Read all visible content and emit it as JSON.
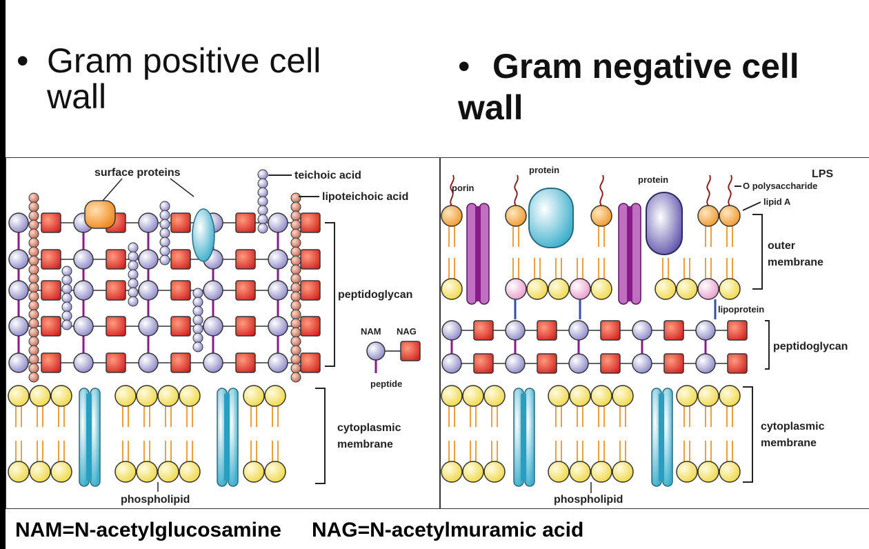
{
  "title_left": {
    "bullet": "•",
    "line1": "Gram positive cell",
    "line2": "wall"
  },
  "title_right": {
    "bullet": "•",
    "line1": "Gram negative cell",
    "line2": "wall"
  },
  "gram_positive": {
    "surface_proteins": "surface proteins",
    "teichoic_acid": "teichoic acid",
    "lipoteichoic_acid": "lipoteichoic acid",
    "peptidoglycan": "peptidoglycan",
    "nam": "NAM",
    "nag": "NAG",
    "peptide": "peptide",
    "cytoplasmic_1": "cytoplasmic",
    "cytoplasmic_2": "membrane",
    "phospholipid": "phospholipid"
  },
  "gram_negative": {
    "porin": "porin",
    "protein_1": "protein",
    "protein_2": "protein",
    "lps": "LPS",
    "o_polysaccharide": "O polysaccharide",
    "lipid_a": "lipid A",
    "outer_1": "outer",
    "outer_2": "membrane",
    "lipoprotein": "lipoprotein",
    "peptidoglycan": "peptidoglycan",
    "cytoplasmic_1": "cytoplasmic",
    "cytoplasmic_2": "membrane",
    "phospholipid": "phospholipid"
  },
  "footer": {
    "nam_def": "NAM=N-acetylglucosamine",
    "nag_def": "NAG=N-acetylmuramic acid"
  },
  "colors": {
    "nam": "#a9a6d8",
    "nag": "#e0302a",
    "phospholipid": "#f5e86a",
    "lipid_tail": "#e8a040",
    "channel": "#7fc6dc",
    "porin": "#a0409a",
    "lps_head": "#f0a050",
    "lipoprotein": "#f0b8dc",
    "teichoic": "#5a5aa0",
    "lipoteichoic": "#e0a090"
  }
}
